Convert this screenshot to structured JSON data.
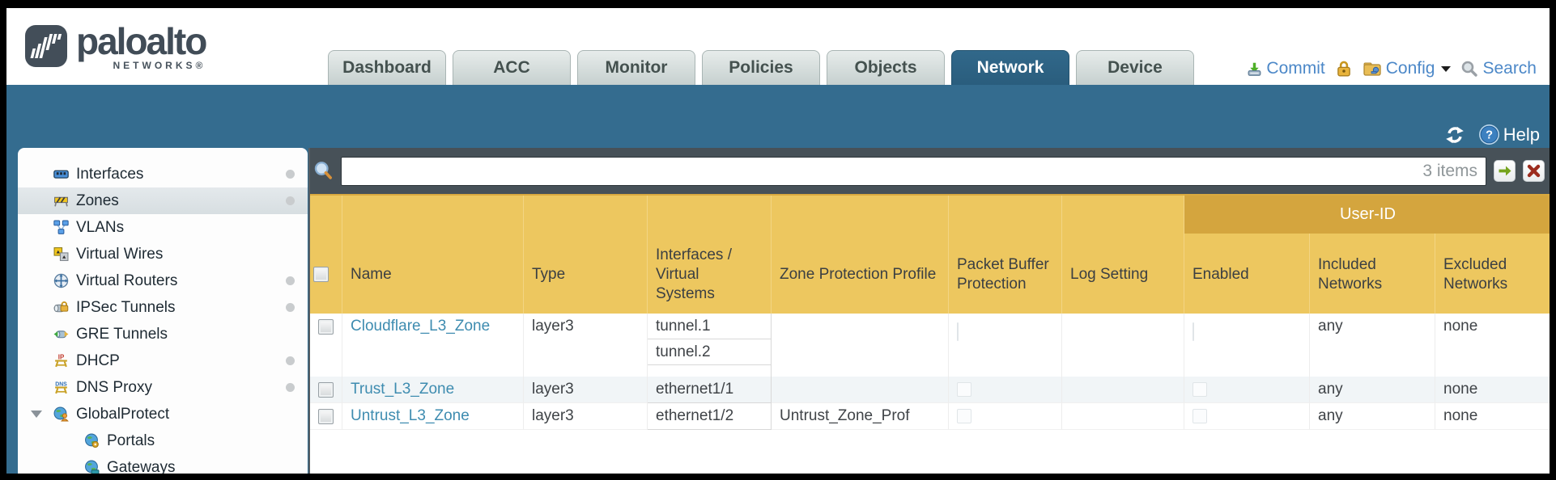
{
  "header": {
    "logo": {
      "brand": "paloalto",
      "sub": "NETWORKS®"
    },
    "tabs": [
      {
        "label": "Dashboard",
        "active": false
      },
      {
        "label": "ACC",
        "active": false
      },
      {
        "label": "Monitor",
        "active": false
      },
      {
        "label": "Policies",
        "active": false
      },
      {
        "label": "Objects",
        "active": false
      },
      {
        "label": "Network",
        "active": true
      },
      {
        "label": "Device",
        "active": false
      }
    ],
    "utilities": {
      "commit": "Commit",
      "config": "Config",
      "search": "Search"
    }
  },
  "band": {
    "help_label": "Help"
  },
  "sidebar": {
    "items": [
      {
        "label": "Interfaces"
      },
      {
        "label": "Zones"
      },
      {
        "label": "VLANs"
      },
      {
        "label": "Virtual Wires"
      },
      {
        "label": "Virtual Routers"
      },
      {
        "label": "IPSec Tunnels"
      },
      {
        "label": "GRE Tunnels"
      },
      {
        "label": "DHCP"
      },
      {
        "label": "DNS Proxy"
      },
      {
        "label": "GlobalProtect"
      },
      {
        "label": "Portals"
      },
      {
        "label": "Gateways"
      }
    ]
  },
  "toolbar": {
    "count": "3 items"
  },
  "table": {
    "group_header": "User-ID",
    "columns": [
      "Name",
      "Type",
      "Interfaces / Virtual Systems",
      "Zone Protection Profile",
      "Packet Buffer Protection",
      "Log Setting",
      "Enabled",
      "Included Networks",
      "Excluded Networks"
    ],
    "rows": [
      {
        "name": "Cloudflare_L3_Zone",
        "type": "layer3",
        "interfaces": [
          "tunnel.1",
          "tunnel.2"
        ],
        "zone_protection_profile": "",
        "log_setting": "",
        "included_networks": "any",
        "excluded_networks": "none"
      },
      {
        "name": "Trust_L3_Zone",
        "type": "layer3",
        "interfaces": [
          "ethernet1/1"
        ],
        "zone_protection_profile": "",
        "log_setting": "",
        "included_networks": "any",
        "excluded_networks": "none"
      },
      {
        "name": "Untrust_L3_Zone",
        "type": "layer3",
        "interfaces": [
          "ethernet1/2"
        ],
        "zone_protection_profile": "Untrust_Zone_Prof",
        "log_setting": "",
        "included_networks": "any",
        "excluded_networks": "none"
      }
    ]
  },
  "colors": {
    "teal_band": "#346c8f",
    "active_tab": "#2d6384",
    "header_gold": "#edc75f",
    "user_id_band": "#d4a53e",
    "link_blue": "#3e8cb0",
    "filter_bar": "#475158",
    "util_blue": "#4c88c8"
  }
}
